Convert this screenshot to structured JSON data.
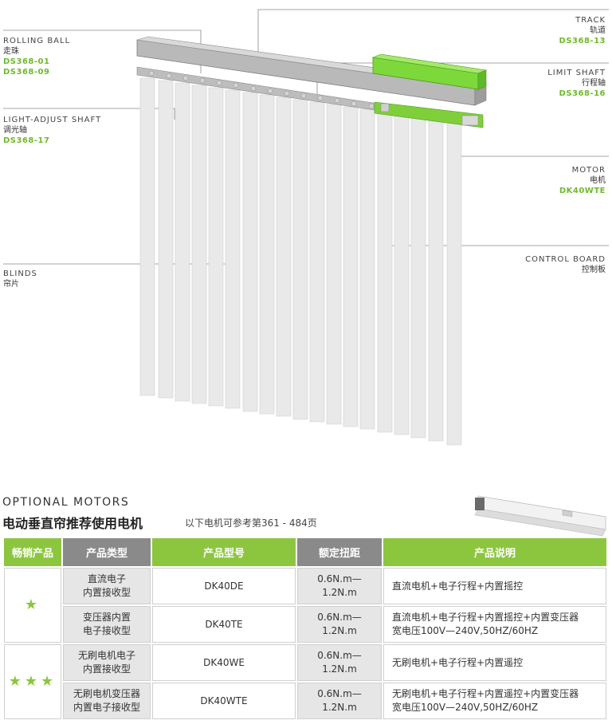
{
  "callouts": {
    "rolling_ball": {
      "en": "ROLLING BALL",
      "cn": "走珠",
      "codes": [
        "DS368-01",
        "DS368-09"
      ]
    },
    "light_adjust": {
      "en": "LIGHT-ADJUST SHAFT",
      "cn": "调光轴",
      "codes": [
        "DS368-17"
      ]
    },
    "blinds": {
      "en": "BLINDS",
      "cn": "帘片"
    },
    "track": {
      "en": "TRACK",
      "cn": "轨道",
      "codes": [
        "DS368-13"
      ]
    },
    "limit_shaft": {
      "en": "LIMIT SHAFT",
      "cn": "行程轴",
      "codes": [
        "DS368-16"
      ]
    },
    "motor": {
      "en": "MOTOR",
      "cn": "电机",
      "codes": [
        "DK40WTE"
      ]
    },
    "control_board": {
      "en": "CONTROL BOARD",
      "cn": "控制板"
    }
  },
  "section": {
    "title": "OPTIONAL  MOTORS",
    "subtitle": "电动垂直帘推荐使用电机",
    "note": "以下电机可参考第361 - 484页"
  },
  "table": {
    "headers": [
      "畅销产品",
      "产品类型",
      "产品型号",
      "额定扭距",
      "产品说明"
    ],
    "groups": [
      {
        "stars": "★",
        "rows": [
          {
            "type": [
              "直流电子",
              "内置接收型"
            ],
            "model": "DK40DE",
            "torque": "0.6N.m—1.2N.m",
            "desc": [
              "直流电机+电子行程+内置摇控"
            ]
          },
          {
            "type": [
              "变压器内置",
              "电子接收型"
            ],
            "model": "DK40TE",
            "torque": "0.6N.m—1.2N.m",
            "desc": [
              "直流电机+电子行程+内置摇控+内置变压器",
              "宽电压100V—240V,50HZ/60HZ"
            ]
          }
        ]
      },
      {
        "stars": "★★★",
        "rows": [
          {
            "type": [
              "无刷电机电子",
              "内置接收型"
            ],
            "model": "DK40WE",
            "torque": "0.6N.m—1.2N.m",
            "desc": [
              "无刷电机+电子行程+内置遥控"
            ]
          },
          {
            "type": [
              "无刷电机变压器",
              "内置电子接收型"
            ],
            "model": "DK40WTE",
            "torque": "0.6N.m—1.2N.m",
            "desc": [
              "无刷电机+电子行程+内置遥控+内置变压器",
              "宽电压100V—240V,50HZ/60HZ"
            ]
          }
        ]
      }
    ]
  },
  "colors": {
    "accent": "#8cc63f",
    "code_green": "#6fb92c",
    "header_gray": "#8a8a8a"
  }
}
